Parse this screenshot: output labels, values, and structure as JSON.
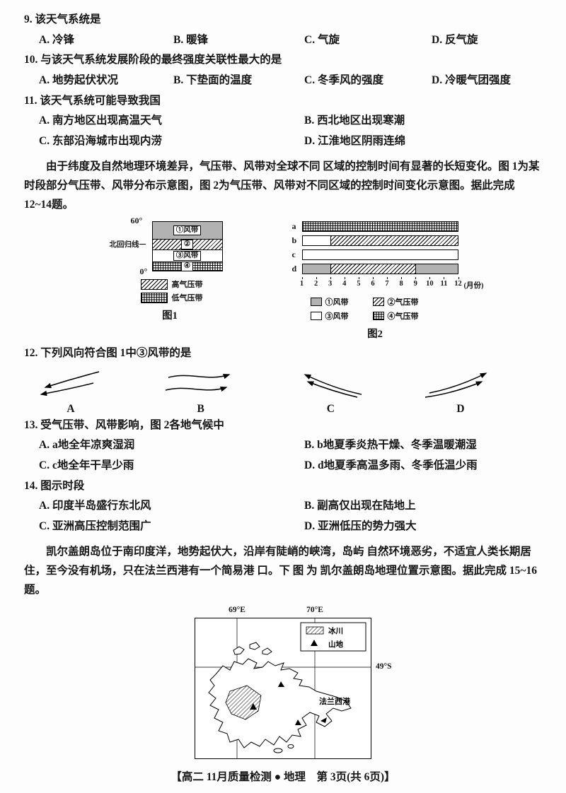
{
  "page": {
    "footer": "【高二 11月质量检测 ● 地理　第 3页(共 6页)】"
  },
  "q9": {
    "stem": "9. 该天气系统是",
    "options": [
      "A. 冷锋",
      "B. 暖锋",
      "C. 气旋",
      "D. 反气旋"
    ]
  },
  "q10": {
    "stem": "10. 与该天气系统发展阶段的最终强度关联性最大的是",
    "options": [
      "A. 地势起伏状况",
      "B. 下垫面的温度",
      "C. 冬季风的强度",
      "D. 冷暖气团强度"
    ]
  },
  "q11": {
    "stem": "11. 该天气系统可能导致我国",
    "options": [
      "A. 南方地区出现高温天气",
      "B. 西北地区出现寒潮",
      "C. 东部沿海城市出现内涝",
      "D. 江淮地区阴雨连绵"
    ]
  },
  "passage1": "由于纬度及自然地理环境差异，气压带、风带对全球不同 区域的控制时间有显著的长短变化。图 1为某时段部分气压带、风带分布示意图，图 2为气压带、风带对不同区域的控制时间变化示意图。据此完成 12~14题。",
  "fig1": {
    "lat_top": "60°",
    "lat_bottom": "0°",
    "tropic": "北回归线",
    "bands": [
      "①风带",
      "②",
      "③风带",
      "④"
    ],
    "legend": [
      {
        "name": "高气压带"
      },
      {
        "name": "低气压带"
      }
    ],
    "caption": "图1"
  },
  "fig2": {
    "caption": "图2",
    "legend": [
      {
        "name": "①风带"
      },
      {
        "name": "②气压带"
      },
      {
        "name": "③风带"
      },
      {
        "name": "④气压带"
      }
    ]
  },
  "chart_data": {
    "type": "table",
    "title": "图2 气压带、风带对不同区域的控制时间变化示意图",
    "x_ticks": [
      "1",
      "2",
      "3",
      "4",
      "5",
      "6",
      "7",
      "8",
      "9",
      "10",
      "11",
      "12"
    ],
    "x_label": "(月份)",
    "x_range": [
      1,
      12
    ],
    "rows": [
      {
        "name": "a",
        "segments": [
          {
            "band": "④气压带",
            "from": 1,
            "to": 12
          }
        ]
      },
      {
        "name": "b",
        "segments": [
          {
            "band": "③风带",
            "from": 1,
            "to": 3
          },
          {
            "band": "②气压带",
            "from": 3,
            "to": 12
          }
        ]
      },
      {
        "name": "c",
        "segments": [
          {
            "band": "③风带",
            "from": 1,
            "to": 12
          }
        ]
      },
      {
        "name": "d",
        "segments": [
          {
            "band": "①风带",
            "from": 1,
            "to": 3
          },
          {
            "band": "②气压带",
            "from": 3,
            "to": 9
          },
          {
            "band": "①风带",
            "from": 9,
            "to": 12
          }
        ]
      }
    ],
    "legend_position": "bottom",
    "pattern_legend": {
      "①风带": "gray",
      "②气压带": "diagonal-hatch",
      "③风带": "white",
      "④气压带": "cross-hatch"
    }
  },
  "q12": {
    "stem": "12. 下列风向符合图 1中③风带的是",
    "labels": [
      "A",
      "B",
      "C",
      "D"
    ]
  },
  "q13": {
    "stem": "13. 受气压带、风带影响，图 2各地气候中",
    "options": [
      "A. a地全年凉爽湿润",
      "B. b地夏季炎热干燥、冬季温暖潮湿",
      "C. c地全年干旱少雨",
      "D. d地夏季高温多雨、冬季低温少雨"
    ]
  },
  "q14": {
    "stem": "14. 图示时段",
    "options": [
      "A. 印度半岛盛行东北风",
      "B. 副高仅出现在陆地上",
      "C. 亚洲高压控制范围广",
      "D. 亚洲低压的势力强大"
    ]
  },
  "passage2": "凯尔盖朗岛位于南印度洋，地势起伏大，沿岸有陡峭的峡湾，岛屿 自然环境恶劣，不适宜人类长期居住，至今没有机场，只在法兰西港有一个简易港 口。下 图 为 凯尔盖朗岛地理位置示意图。据此完成 15~16题。",
  "map": {
    "lon_left": "69°E",
    "lon_right": "70°E",
    "lat": "49°S",
    "legend_glacier": "冰川",
    "legend_mountain": "山地",
    "port": "法兰西港"
  }
}
